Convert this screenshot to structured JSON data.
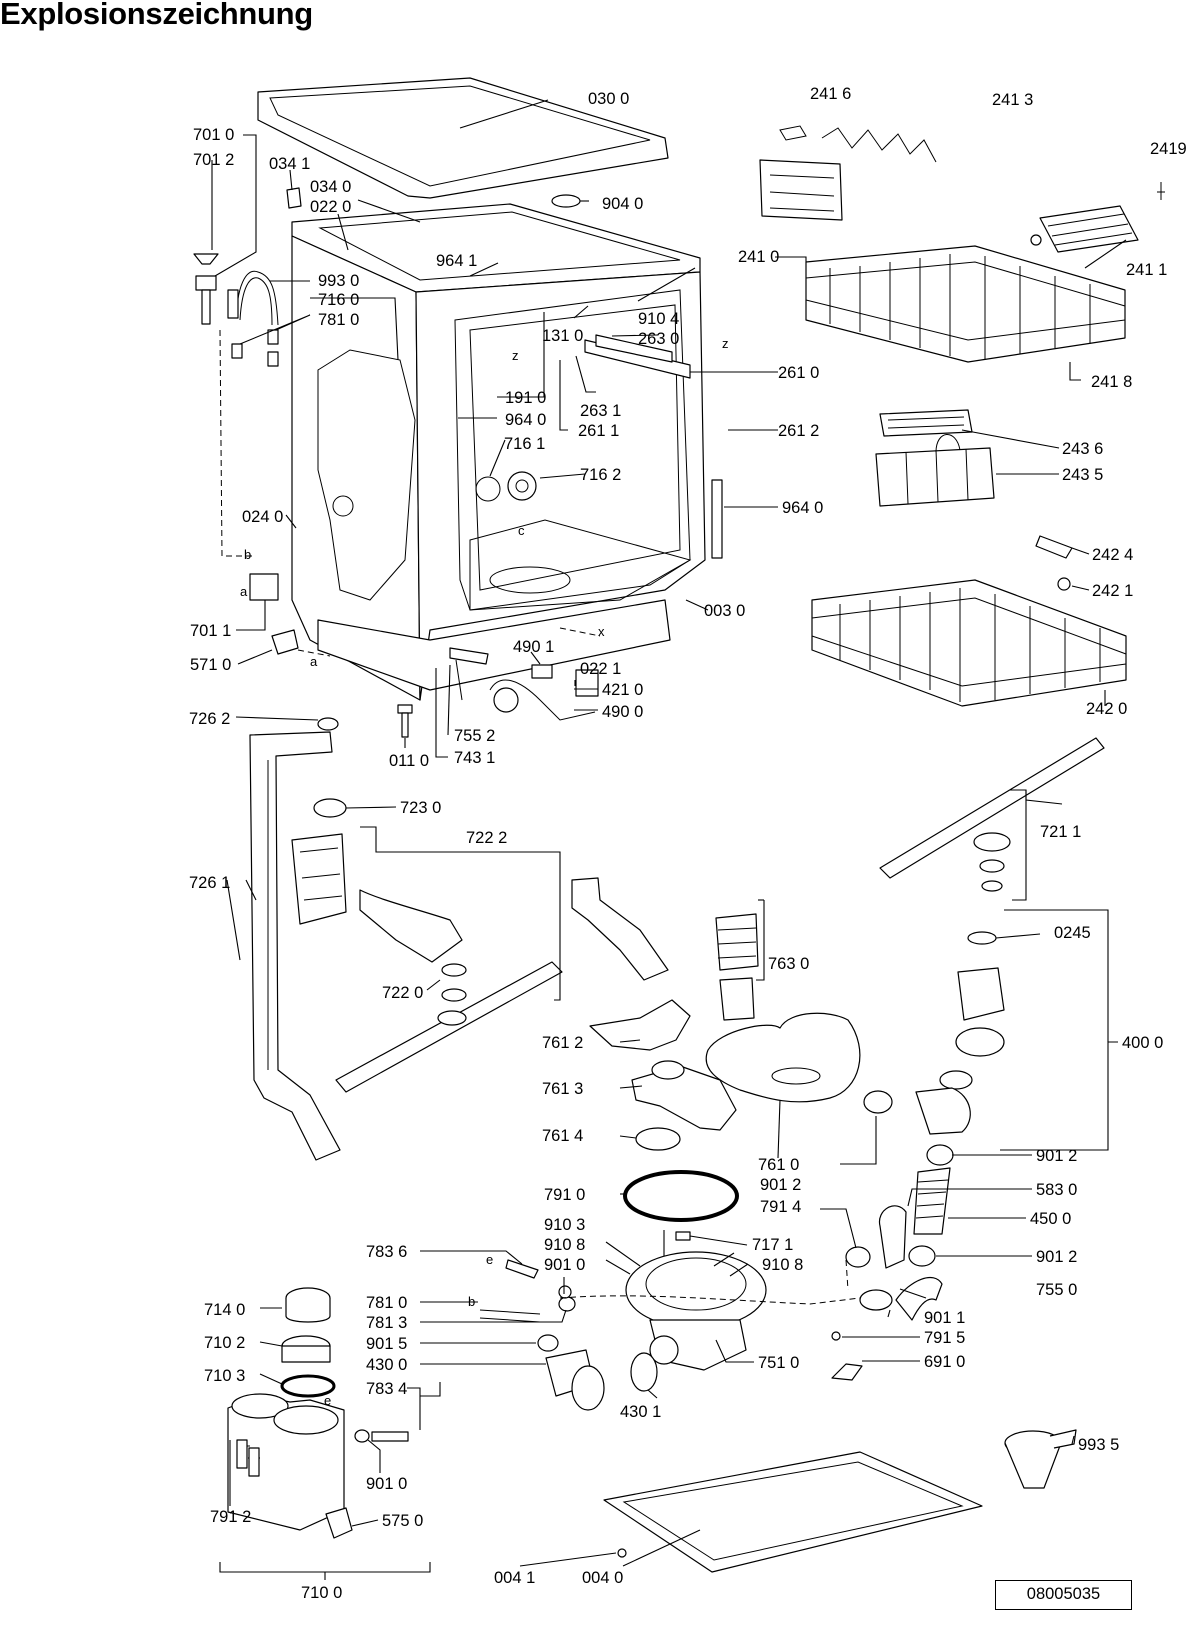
{
  "title": "Explosionszeichnung",
  "drawing_number": "08005035",
  "parts": {
    "p0300": "030 0",
    "p7010": "701 0",
    "p7012": "701 2",
    "p0341": "034 1",
    "p0340": "034 0",
    "p0220": "022 0",
    "p9040": "904 0",
    "p2416": "241 6",
    "p2413": "241 3",
    "p2419": "2419",
    "p9641": "964 1",
    "p9930": "993 0",
    "p7160": "716 0",
    "p7810": "781 0",
    "p9104": "910 4",
    "p1310": "131 0",
    "p2630": "263 0",
    "p2410": "241 0",
    "p2411": "241 1",
    "p2418": "241 8",
    "p2610": "261 0",
    "p2631": "263 1",
    "p1910": "191 0",
    "p9640a": "964 0",
    "p2611": "261 1",
    "p2612": "261 2",
    "p7161": "716 1",
    "p7162": "716 2",
    "p2436": "243 6",
    "p2435": "243 5",
    "p9640b": "964 0",
    "p0240": "024 0",
    "p2424": "242 4",
    "p2421": "242 1",
    "p0030": "003 0",
    "p7011": "701 1",
    "p4901": "490 1",
    "p0221": "022 1",
    "p5710": "571 0",
    "p4210": "421 0",
    "p4900": "490 0",
    "p2420": "242 0",
    "p7262": "726 2",
    "p7552": "755 2",
    "p7431": "743 1",
    "p0110": "011 0",
    "p7230": "723 0",
    "p7222": "722 2",
    "p7211": "721 1",
    "p7261": "726 1",
    "p0245": "0245",
    "p7630": "763 0",
    "p7220": "722 0",
    "p7612": "761 2",
    "p4000": "400 0",
    "p7613": "761 3",
    "p7614": "761 4",
    "p7610": "761 0",
    "p9012a": "901 2",
    "p9012b": "901 2",
    "p7910": "791 0",
    "p5830": "583 0",
    "p7914": "791 4",
    "p4500": "450 0",
    "p9103": "910 3",
    "p7171": "717 1",
    "p7836": "783 6",
    "p9108a": "910 8",
    "p9108b": "910 8",
    "p9012c": "901 2",
    "p9010a": "901 0",
    "p7550": "755 0",
    "p7810b": "781 0",
    "p9011": "901 1",
    "p7140": "714 0",
    "p7813": "781 3",
    "p7915": "791 5",
    "p7102": "710 2",
    "p9015": "901 5",
    "p7510": "751 0",
    "p6910": "691 0",
    "p4300": "430 0",
    "p7103": "710 3",
    "p7834": "783 4",
    "p4301": "430 1",
    "p9935": "993 5",
    "p9010b": "901 0",
    "p7912": "791 2",
    "p5750": "575 0",
    "p7100": "710 0",
    "p0041": "004 1",
    "p0040": "004 0"
  },
  "markers": {
    "a1": "a",
    "a2": "a",
    "b1": "b",
    "b2": "b",
    "c": "c",
    "e1": "e",
    "e2": "e",
    "x": "x",
    "z1": "z",
    "z2": "z"
  }
}
